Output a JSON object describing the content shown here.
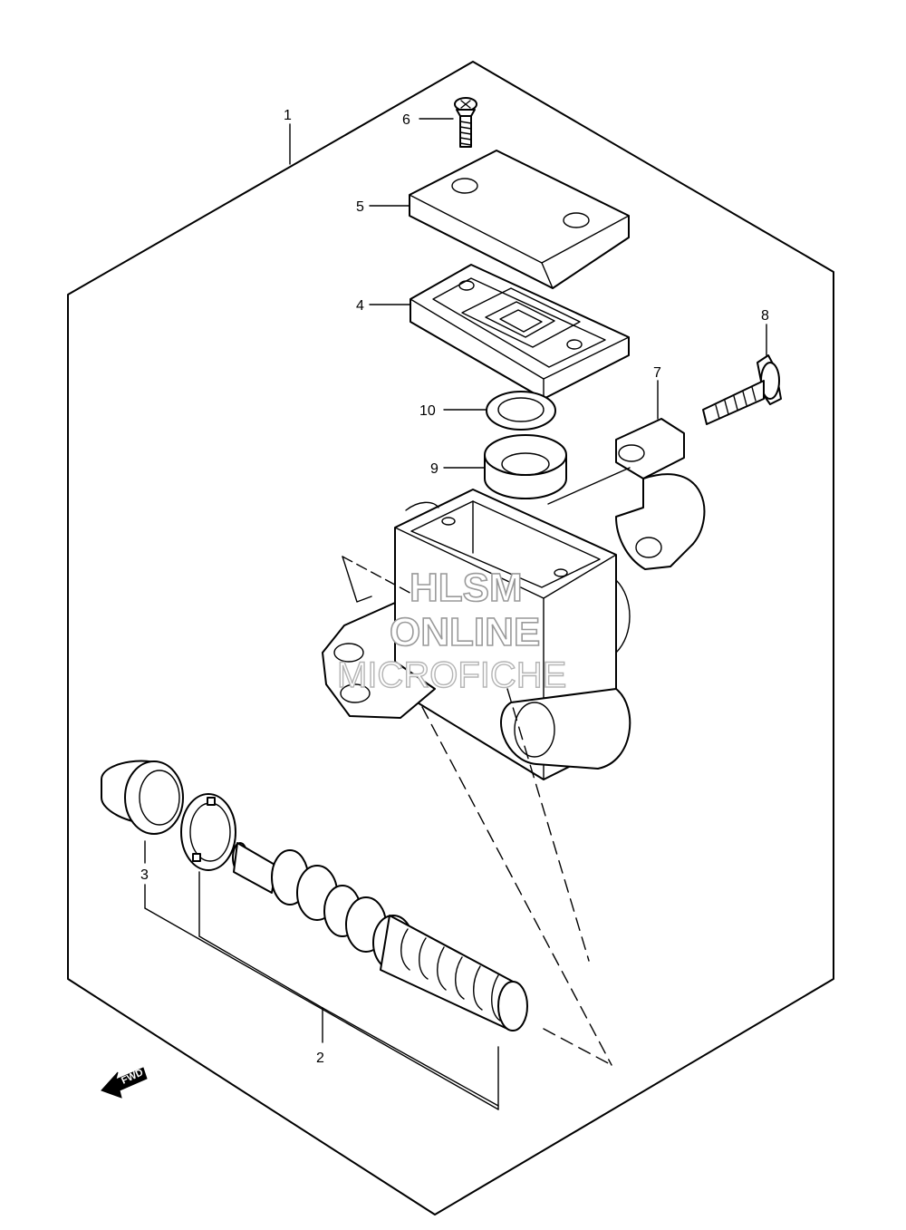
{
  "callouts": [
    {
      "id": "c1",
      "text": "1"
    },
    {
      "id": "c2",
      "text": "2"
    },
    {
      "id": "c3",
      "text": "3"
    },
    {
      "id": "c4",
      "text": "4"
    },
    {
      "id": "c5",
      "text": "5"
    },
    {
      "id": "c6",
      "text": "6"
    },
    {
      "id": "c7",
      "text": "7"
    },
    {
      "id": "c8",
      "text": "8"
    },
    {
      "id": "c9",
      "text": "9"
    },
    {
      "id": "c10",
      "text": "10"
    }
  ],
  "watermark": {
    "line1": "HLSM",
    "line2": "ONLINE",
    "line3": "MICROFICHE"
  },
  "direction_marker": {
    "text": "FWD",
    "icon": "forward-arrow-icon"
  }
}
